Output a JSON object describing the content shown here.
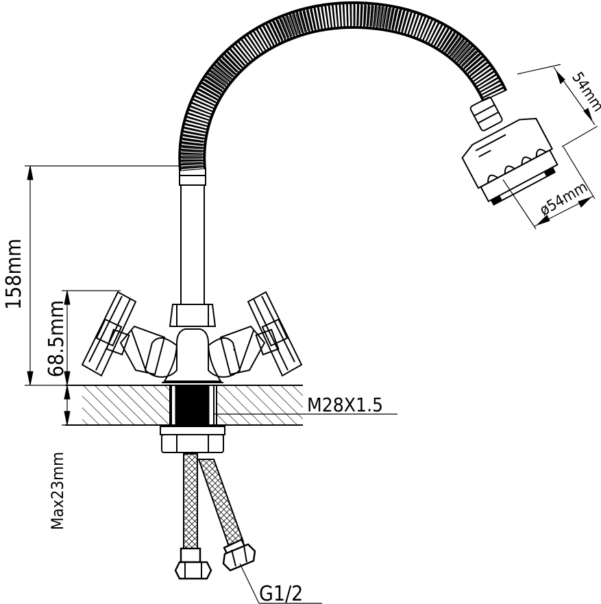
{
  "dimensions": {
    "spray_head_length": "54mm",
    "spray_head_diameter": "ø54mm",
    "spout_height": "158mm",
    "handle_height": "68.5mm",
    "mount_thread": "M28X1.5",
    "max_deck_thickness": "Max23mm",
    "hose_connection": "G1/2"
  },
  "colors": {
    "line": "#000000",
    "background": "#ffffff"
  }
}
